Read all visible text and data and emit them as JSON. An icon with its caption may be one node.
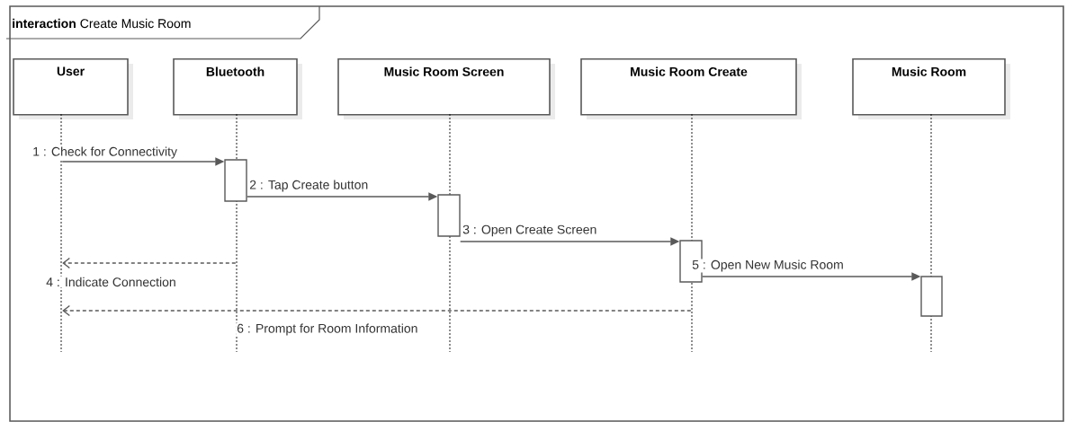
{
  "diagram": {
    "nodes": [
      {
        "text": [
          "interaction",
          "Create Music Room"
        ]
      },
      {
        "text": [
          "User"
        ],
        "in": 0
      },
      {
        "text": [
          "Bluetooth"
        ],
        "in": 0
      },
      {
        "text": [
          "Music Room Screen"
        ],
        "in": 0
      },
      {
        "text": [
          "Music Room Create"
        ],
        "in": 0
      },
      {
        "text": [
          "Music Room"
        ],
        "in": 0
      },
      {
        "text": [],
        "shape": "line",
        "in": 0
      },
      {
        "text": [],
        "shape": "line",
        "in": 0
      },
      {
        "text": [],
        "shape": "line",
        "in": 0
      },
      {
        "text": [],
        "shape": "line",
        "in": 0
      },
      {
        "text": [],
        "shape": "line",
        "in": 0
      },
      {
        "text": [],
        "shape": "bar",
        "in": 0
      },
      {
        "text": [],
        "shape": "bar",
        "in": 0
      },
      {
        "text": [],
        "shape": "bar",
        "in": 0
      },
      {
        "text": [],
        "shape": "bar",
        "in": 0
      }
    ],
    "edges": [
      {
        "from": 6,
        "to": 11,
        "arrow": "to",
        "label": "1 : Check for Connectivity"
      },
      {
        "from": 11,
        "to": 12,
        "arrow": "to",
        "label": "2 : Tap Create button"
      },
      {
        "from": 12,
        "to": 13,
        "arrow": "to",
        "label": "3 : Open Create Screen"
      },
      {
        "from": 7,
        "to": 6,
        "arrow": "to",
        "label": "4 : Indicate Connection",
        "style": "dashed"
      },
      {
        "from": 13,
        "to": 14,
        "arrow": "to",
        "label": "5 : Open New Music Room"
      },
      {
        "from": 9,
        "to": 6,
        "arrow": "to",
        "label": "6 : Prompt for Room Information",
        "style": "dashed"
      }
    ]
  }
}
